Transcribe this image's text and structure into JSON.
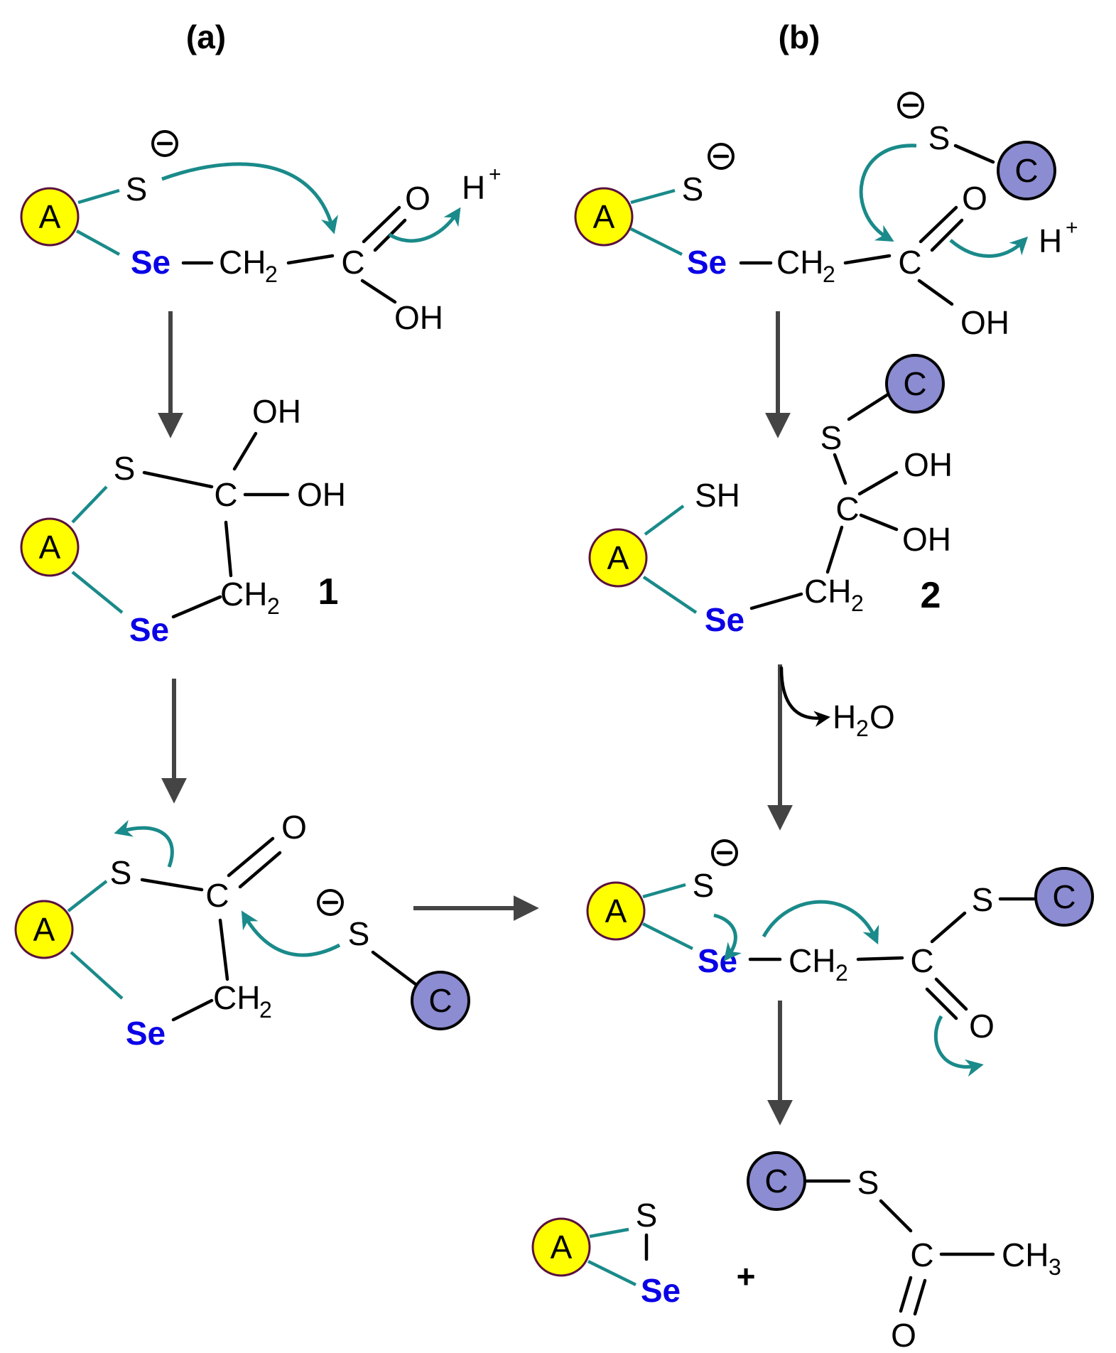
{
  "panels": {
    "a": "(a)",
    "b": "(b)"
  },
  "beads": {
    "A": "A",
    "C": "C"
  },
  "atoms": {
    "S": "S",
    "Se": "Se",
    "C": "C",
    "O": "O",
    "OH": "OH",
    "SH": "SH",
    "H": "H",
    "plus_sup": "+",
    "CH": "CH",
    "sub2": "2",
    "sub3": "3",
    "H2O_H": "H",
    "H2O_O": "O"
  },
  "compound_numbers": {
    "one": "1",
    "two": "2"
  },
  "plus_sign": "+",
  "colors": {
    "selenium": "#0a00e6",
    "electron_arrow": "#1a8a8a",
    "bead_A": "#ffff00",
    "bead_C": "#8c8cd2",
    "reaction_arrow": "#444444"
  }
}
